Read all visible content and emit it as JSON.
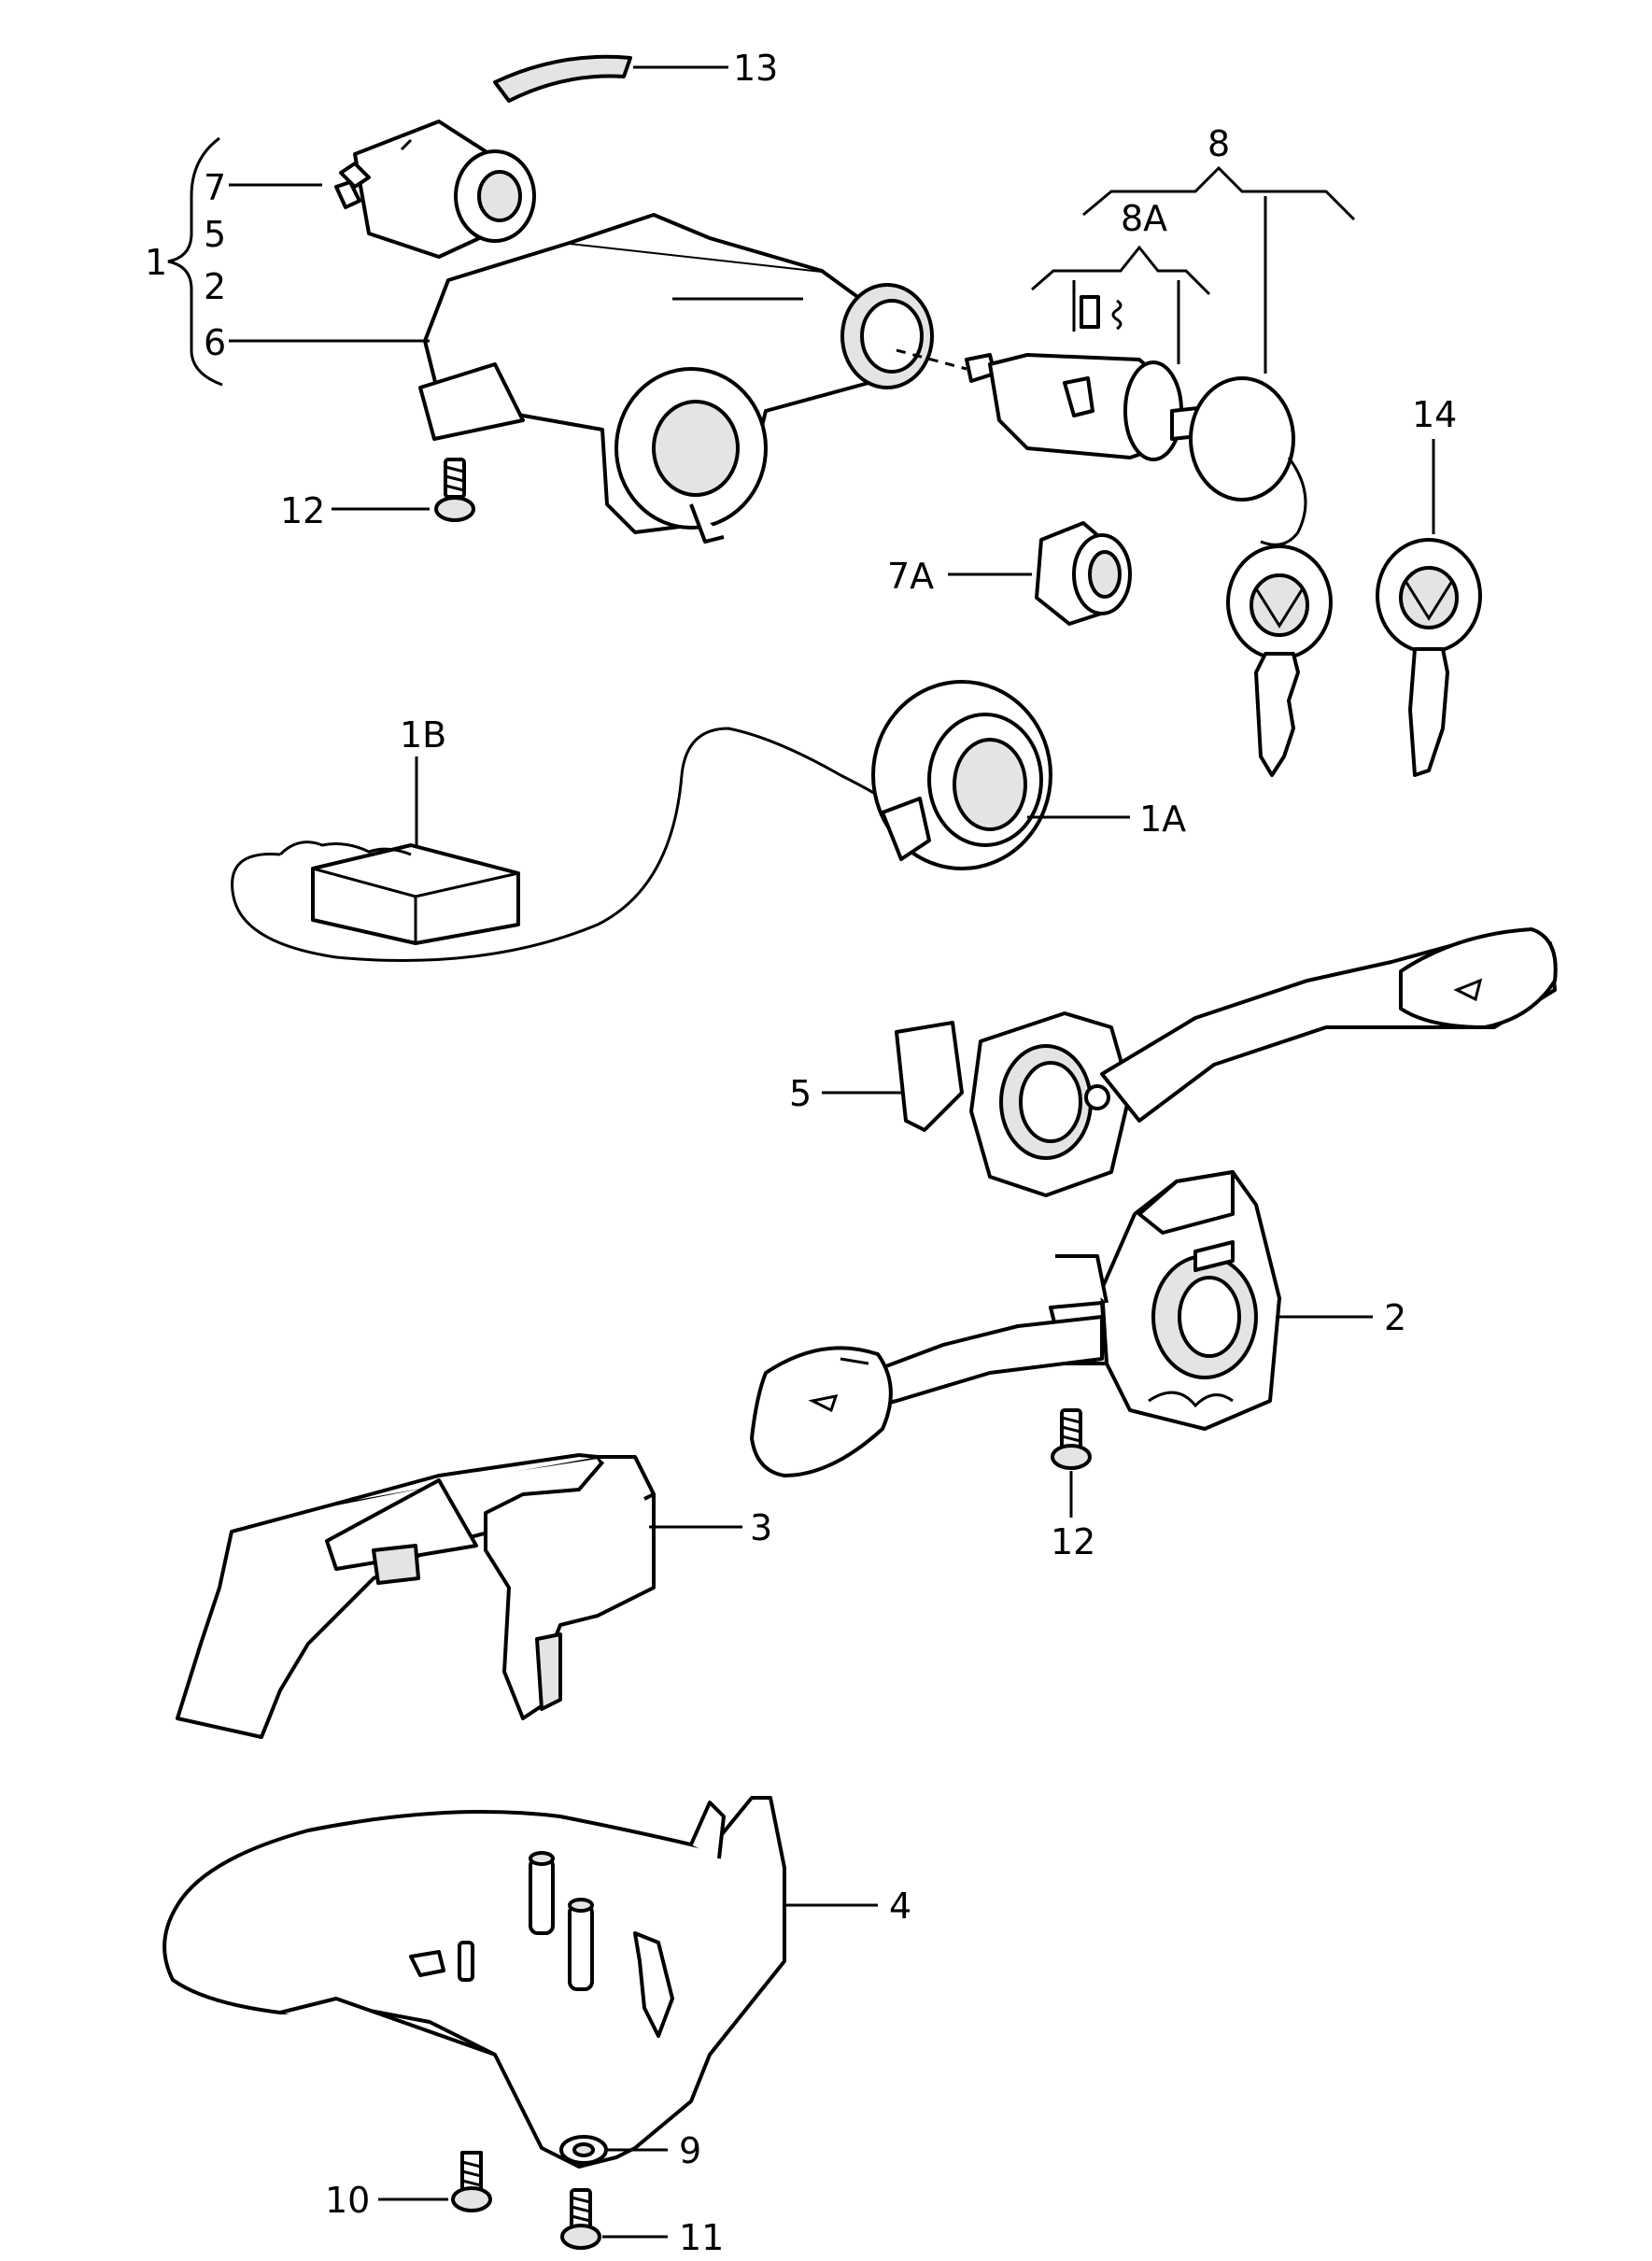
{
  "callouts": {
    "c13": "13",
    "c7": "7",
    "c5a": "5",
    "c2a": "2",
    "c6": "6",
    "c1": "1",
    "c12a": "12",
    "c8": "8",
    "c8a": "8A",
    "c14": "14",
    "c7a": "7A",
    "c1b": "1B",
    "c1a": "1A",
    "c5": "5",
    "c2": "2",
    "c12b": "12",
    "c3": "3",
    "c4": "4",
    "c9": "9",
    "c10": "10",
    "c11": "11"
  }
}
